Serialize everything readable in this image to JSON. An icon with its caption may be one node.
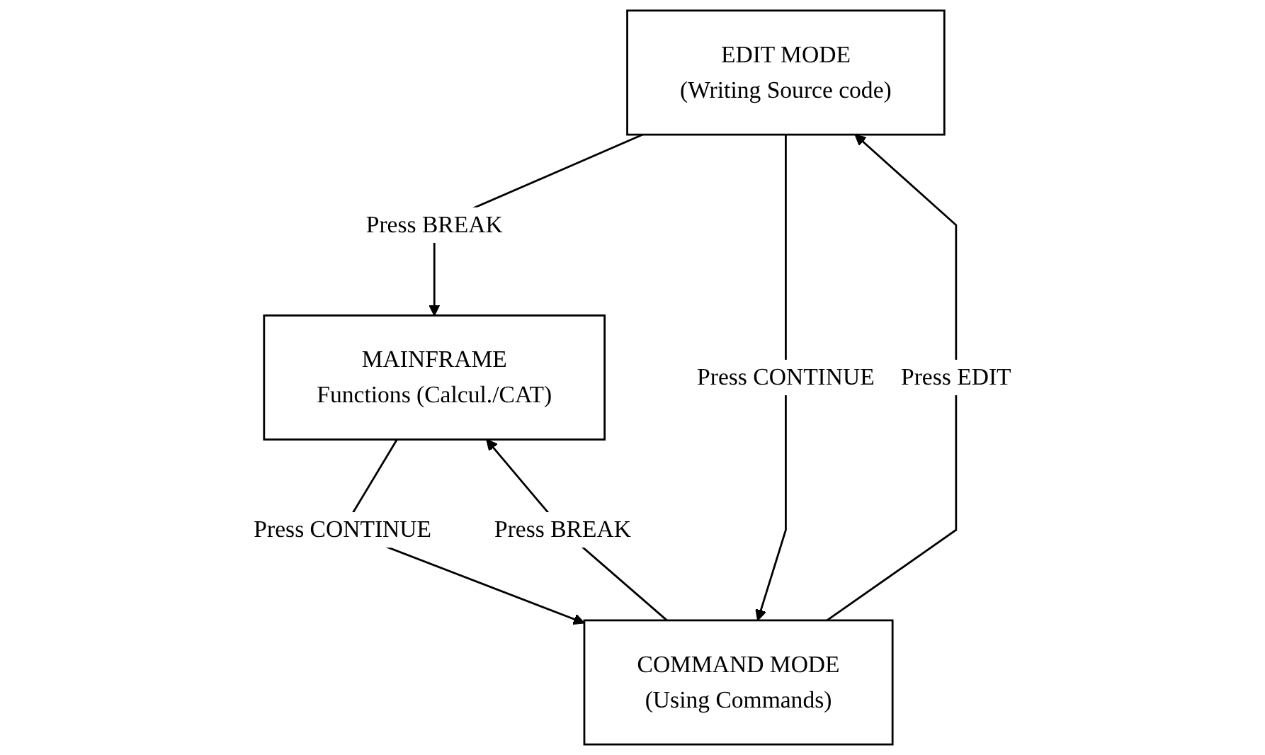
{
  "diagram": {
    "nodes": [
      {
        "text": [
          "EDIT MODE",
          "(Writing Source code)"
        ]
      },
      {
        "text": [
          "MAINFRAME",
          "Functions (Calcul./CAT)"
        ]
      },
      {
        "text": [
          "COMMAND MODE",
          "(Using Commands)"
        ]
      }
    ],
    "edges": [
      {
        "from": 0,
        "to": 1,
        "arrow": "to",
        "label": "Press BREAK"
      },
      {
        "from": 0,
        "to": 2,
        "arrow": "to",
        "label": "Press CONTINUE"
      },
      {
        "from": 2,
        "to": 0,
        "arrow": "to",
        "label": "Press EDIT"
      },
      {
        "from": 2,
        "to": 1,
        "arrow": "to",
        "label": "Press BREAK"
      },
      {
        "from": 1,
        "to": 2,
        "arrow": "to",
        "label": "Press CONTINUE"
      }
    ]
  }
}
